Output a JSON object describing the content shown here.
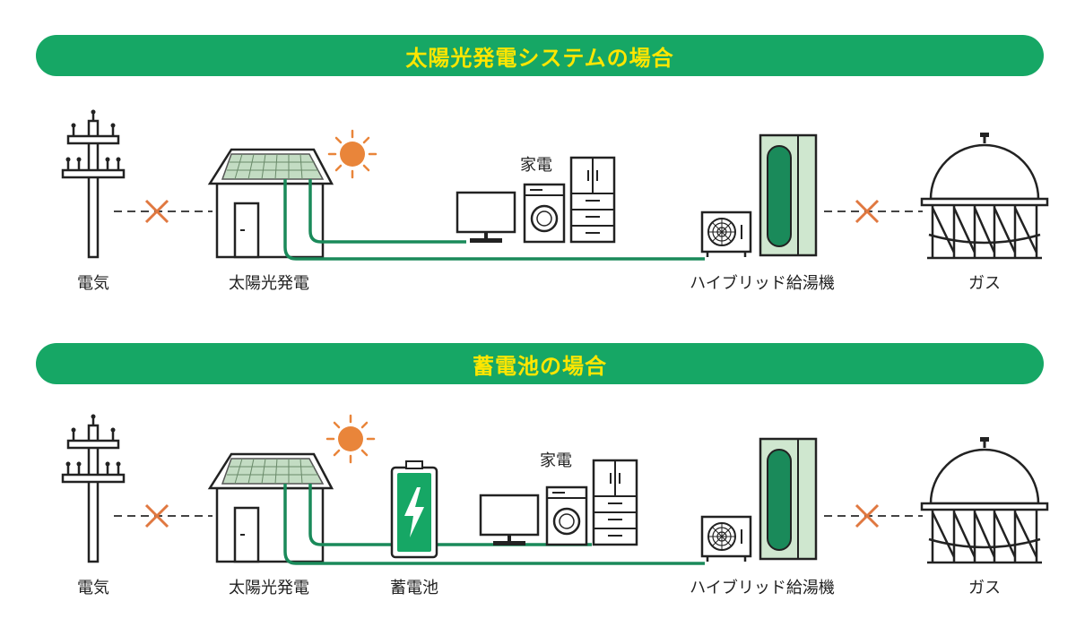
{
  "sections": [
    {
      "title": "太陽光発電システムの場合",
      "labels": {
        "grid": "電気",
        "solar": "太陽光発電",
        "appliances": "家電",
        "water_heater": "ハイブリッド給湯機",
        "gas": "ガス"
      }
    },
    {
      "title": "蓄電池の場合",
      "labels": {
        "grid": "電気",
        "solar": "太陽光発電",
        "battery": "蓄電池",
        "appliances": "家電",
        "water_heater": "ハイブリッド給湯機",
        "gas": "ガス"
      }
    }
  ],
  "colors": {
    "banner": "#16a765",
    "banner_text": "#ffe600",
    "wire": "#1a8a5a",
    "cross": "#e07840",
    "sun": "#e9853a",
    "heater_panel": "#cfe7cf"
  }
}
